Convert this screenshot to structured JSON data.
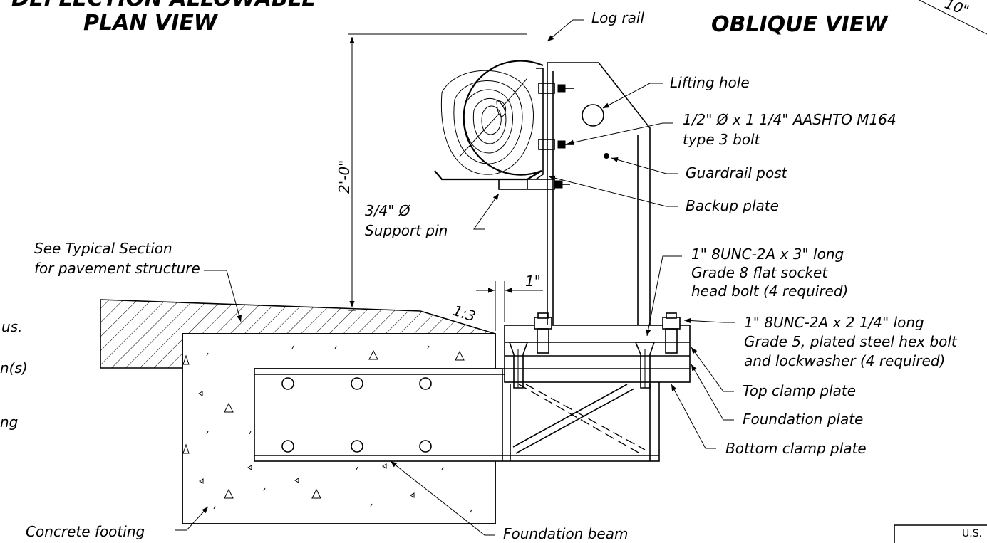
{
  "titles": {
    "plan_view": "DEFLECTION ALLOWABLE",
    "plan_view_2": "PLAN VIEW",
    "oblique_view": "OBLIQUE VIEW",
    "corner_dim": "10\""
  },
  "labels": {
    "log_rail": "Log rail",
    "lifting_hole": "Lifting hole",
    "bolt_line1_frac": "1/2\" Ø x 1 1/4\" AASHTO M164",
    "bolt_line2": "type 3 bolt",
    "guardrail_post": "Guardrail post",
    "backup_plate": "Backup plate",
    "support_pin_line1": "3/4\" Ø",
    "support_pin_line2": "Support pin",
    "see_typical_1": "See Typical Section",
    "see_typical_2": "for pavement structure",
    "socket_bolt_1": "1\" 8UNC-2A x 3\" long",
    "socket_bolt_2": "Grade 8 flat socket",
    "socket_bolt_3": "head bolt (4 required)",
    "hex_bolt_1": "1\" 8UNC-2A x 2 1/4\" long",
    "hex_bolt_2": "Grade 5, plated steel hex bolt",
    "hex_bolt_3": "and lockwasher (4 required)",
    "top_clamp_plate": "Top clamp plate",
    "foundation_plate": "Foundation plate",
    "bottom_clamp_plate": "Bottom clamp plate",
    "concrete_footing": "Concrete footing",
    "foundation_beam": "Foundation beam",
    "dim_height": "2'-0\"",
    "dim_offset": "1\"",
    "slope": "1:3",
    "left_cut_1": "us.",
    "left_cut_2": "n(s)",
    "left_cut_3": "ng",
    "title_block": "U.S."
  }
}
